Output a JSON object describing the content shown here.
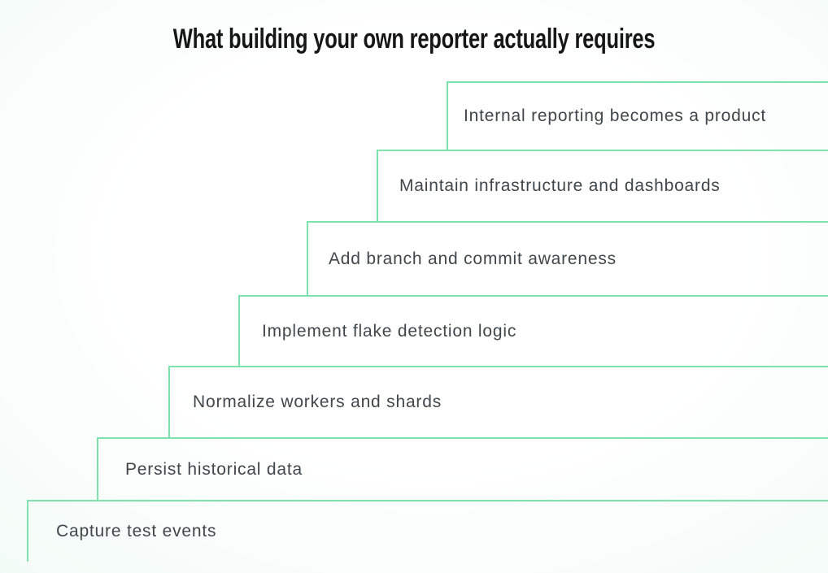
{
  "title": "What building your own reporter actually requires",
  "steps": [
    {
      "label": "Internal reporting becomes a product"
    },
    {
      "label": "Maintain infrastructure and dashboards"
    },
    {
      "label": "Add branch and commit awareness"
    },
    {
      "label": "Implement flake detection logic"
    },
    {
      "label": "Normalize workers and shards"
    },
    {
      "label": "Persist historical data"
    },
    {
      "label": "Capture test events"
    }
  ],
  "colors": {
    "accent_border": "#7de2ab",
    "step_text": "#41464a",
    "title_text": "#161616",
    "bg_center": "#ffffff",
    "bg_edge": "#def4ea"
  }
}
